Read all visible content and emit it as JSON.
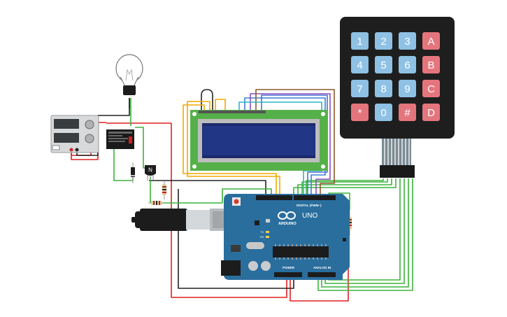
{
  "keypad": {
    "rows": [
      [
        {
          "label": "1",
          "kind": "num"
        },
        {
          "label": "2",
          "kind": "num"
        },
        {
          "label": "3",
          "kind": "num"
        },
        {
          "label": "A",
          "kind": "fn"
        }
      ],
      [
        {
          "label": "4",
          "kind": "num"
        },
        {
          "label": "5",
          "kind": "num"
        },
        {
          "label": "6",
          "kind": "num"
        },
        {
          "label": "B",
          "kind": "fn"
        }
      ],
      [
        {
          "label": "7",
          "kind": "num"
        },
        {
          "label": "8",
          "kind": "num"
        },
        {
          "label": "9",
          "kind": "num"
        },
        {
          "label": "C",
          "kind": "fn"
        }
      ],
      [
        {
          "label": "*",
          "kind": "fn"
        },
        {
          "label": "0",
          "kind": "num"
        },
        {
          "label": "#",
          "kind": "fn"
        },
        {
          "label": "D",
          "kind": "fn"
        }
      ]
    ]
  },
  "arduino": {
    "model": "UNO",
    "brand": "ARDUINO",
    "digital_label": "DIGITAL (PWM~)",
    "analog_label": "ANALOG IN",
    "power_label": "POWER",
    "tx_label": "TX",
    "rx_label": "RX"
  },
  "transistor": {
    "label": "N"
  },
  "colors": {
    "board": "#2a6e9e",
    "keypad_body": "#1e1e1e",
    "key_num": "#8ec1e4",
    "key_fn": "#e5757d",
    "lcd_pcb": "#56b04a",
    "lcd_screen": "#1c2a6c",
    "wire_red": "#e02020",
    "wire_green": "#3bb33b",
    "wire_black": "#222222"
  }
}
